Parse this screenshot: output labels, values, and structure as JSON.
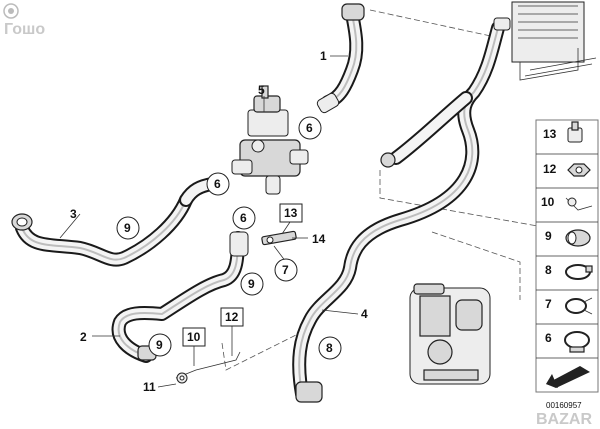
{
  "watermark_top": "Гошо",
  "watermark_bottom": "BAZAR",
  "reference_number": "00160957",
  "part_callouts": [
    "1",
    "2",
    "3",
    "4",
    "5",
    "6",
    "6",
    "6",
    "7",
    "8",
    "9",
    "9",
    "9",
    "10",
    "11",
    "12",
    "13",
    "14"
  ],
  "legend": {
    "items": [
      {
        "number": "13",
        "icon": "cap-icon"
      },
      {
        "number": "12",
        "icon": "nut-icon"
      },
      {
        "number": "10",
        "icon": "clip-icon"
      },
      {
        "number": "9",
        "icon": "sleeve-icon"
      },
      {
        "number": "8",
        "icon": "hose-clamp-icon"
      },
      {
        "number": "7",
        "icon": "spring-clamp-icon"
      },
      {
        "number": "6",
        "icon": "band-clamp-icon"
      }
    ]
  }
}
